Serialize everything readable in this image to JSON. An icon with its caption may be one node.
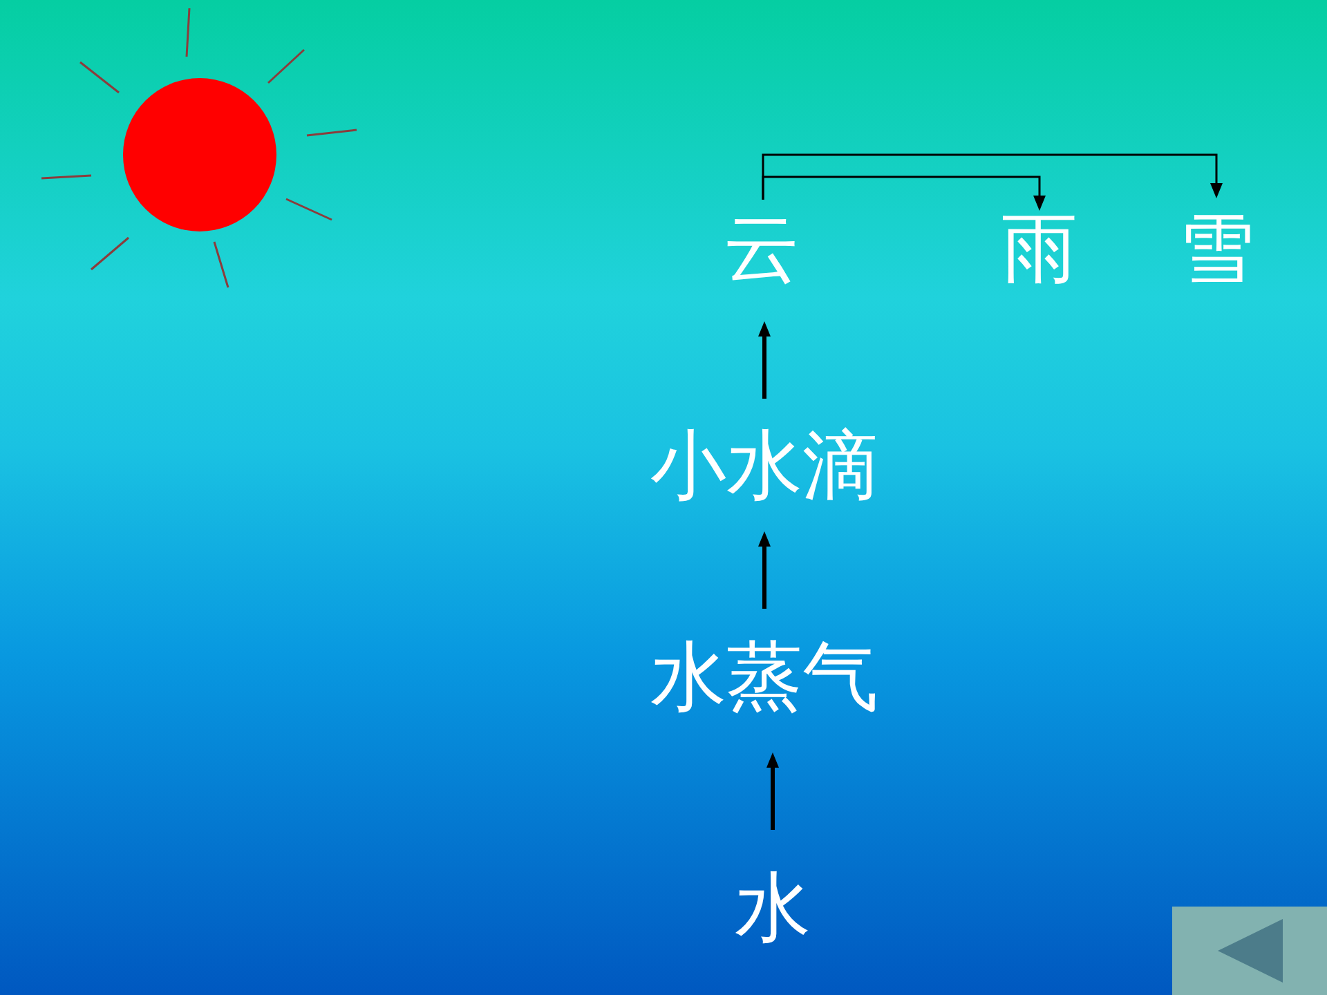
{
  "diagram": {
    "nodes": [
      {
        "text": [
          "云"
        ]
      },
      {
        "text": [
          "雨"
        ]
      },
      {
        "text": [
          "雪"
        ]
      },
      {
        "text": [
          "小水滴"
        ]
      },
      {
        "text": [
          "水蒸气"
        ]
      },
      {
        "text": [
          "水"
        ]
      }
    ],
    "edges": [
      {
        "from": 5,
        "to": 4,
        "arrow": "to"
      },
      {
        "from": 4,
        "to": 3,
        "arrow": "to"
      },
      {
        "from": 3,
        "to": 0,
        "arrow": "to"
      },
      {
        "from": 0,
        "to": 1,
        "arrow": "to"
      },
      {
        "from": 0,
        "to": 2,
        "arrow": "to"
      }
    ]
  }
}
